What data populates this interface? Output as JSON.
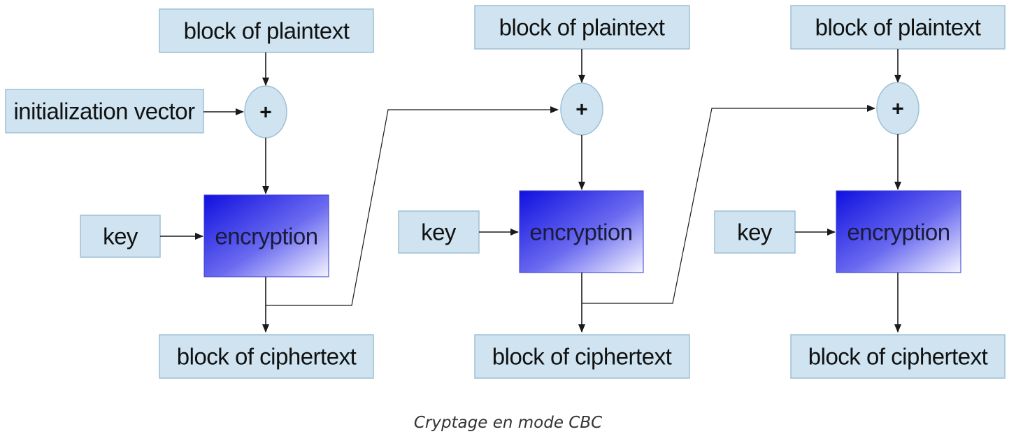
{
  "caption": "Cryptage en mode CBC",
  "colors": {
    "box_fill": "#cfe4f0",
    "box_stroke": "#9fbfd4",
    "encryption_gradient_start": "#1010e0",
    "encryption_gradient_end": "#f4f4ff",
    "line": "#1a1a1a"
  },
  "stages": [
    {
      "plaintext": "block of plaintext",
      "xor_symbol": "+",
      "encryption": "encryption",
      "key": "key",
      "ciphertext": "block of ciphertext"
    },
    {
      "plaintext": "block of plaintext",
      "xor_symbol": "+",
      "encryption": "encryption",
      "key": "key",
      "ciphertext": "block of ciphertext"
    },
    {
      "plaintext": "block of plaintext",
      "xor_symbol": "+",
      "encryption": "encryption",
      "key": "key",
      "ciphertext": "block of ciphertext"
    }
  ],
  "initialization_vector": "initialization vector"
}
